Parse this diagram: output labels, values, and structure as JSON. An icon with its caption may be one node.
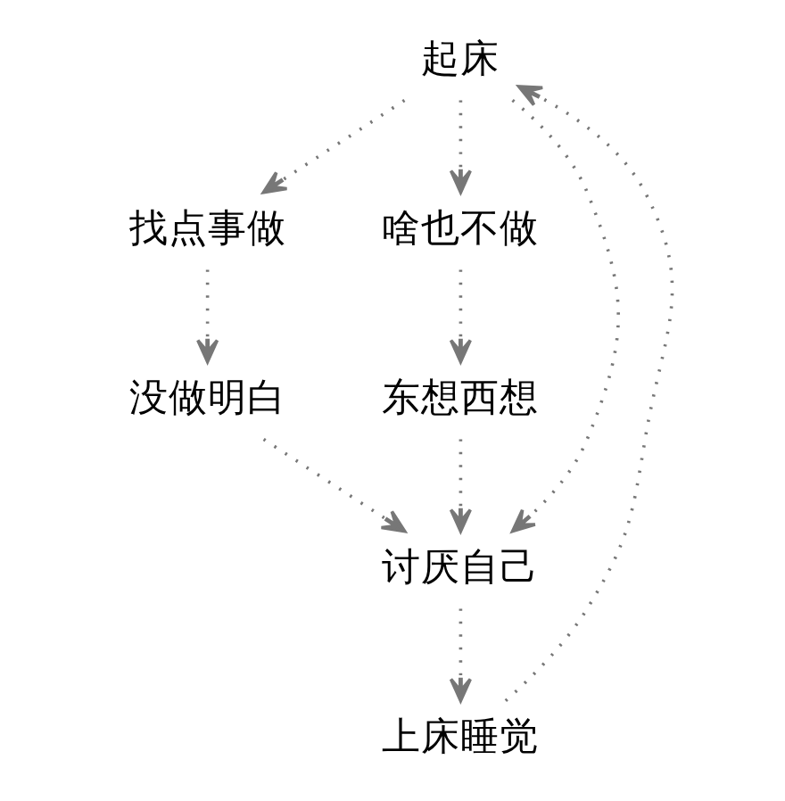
{
  "diagram": {
    "nodes": [
      {
        "text": [
          "起床"
        ]
      },
      {
        "text": [
          "找点事做"
        ]
      },
      {
        "text": [
          "啥也不做"
        ]
      },
      {
        "text": [
          "没做明白"
        ]
      },
      {
        "text": [
          "东想西想"
        ]
      },
      {
        "text": [
          "讨厌自己"
        ]
      },
      {
        "text": [
          "上床睡觉"
        ]
      }
    ],
    "edges": [
      {
        "from": 0,
        "to": 1,
        "arrow": "to"
      },
      {
        "from": 0,
        "to": 5,
        "arrow": "to"
      },
      {
        "from": 0,
        "to": 2,
        "arrow": "to"
      },
      {
        "from": 1,
        "to": 3,
        "arrow": "to"
      },
      {
        "from": 2,
        "to": 4,
        "arrow": "to"
      },
      {
        "from": 3,
        "to": 5,
        "arrow": "to"
      },
      {
        "from": 4,
        "to": 5,
        "arrow": "to"
      },
      {
        "from": 5,
        "to": 6,
        "arrow": "to"
      },
      {
        "from": 6,
        "to": 0,
        "arrow": "to"
      }
    ]
  }
}
